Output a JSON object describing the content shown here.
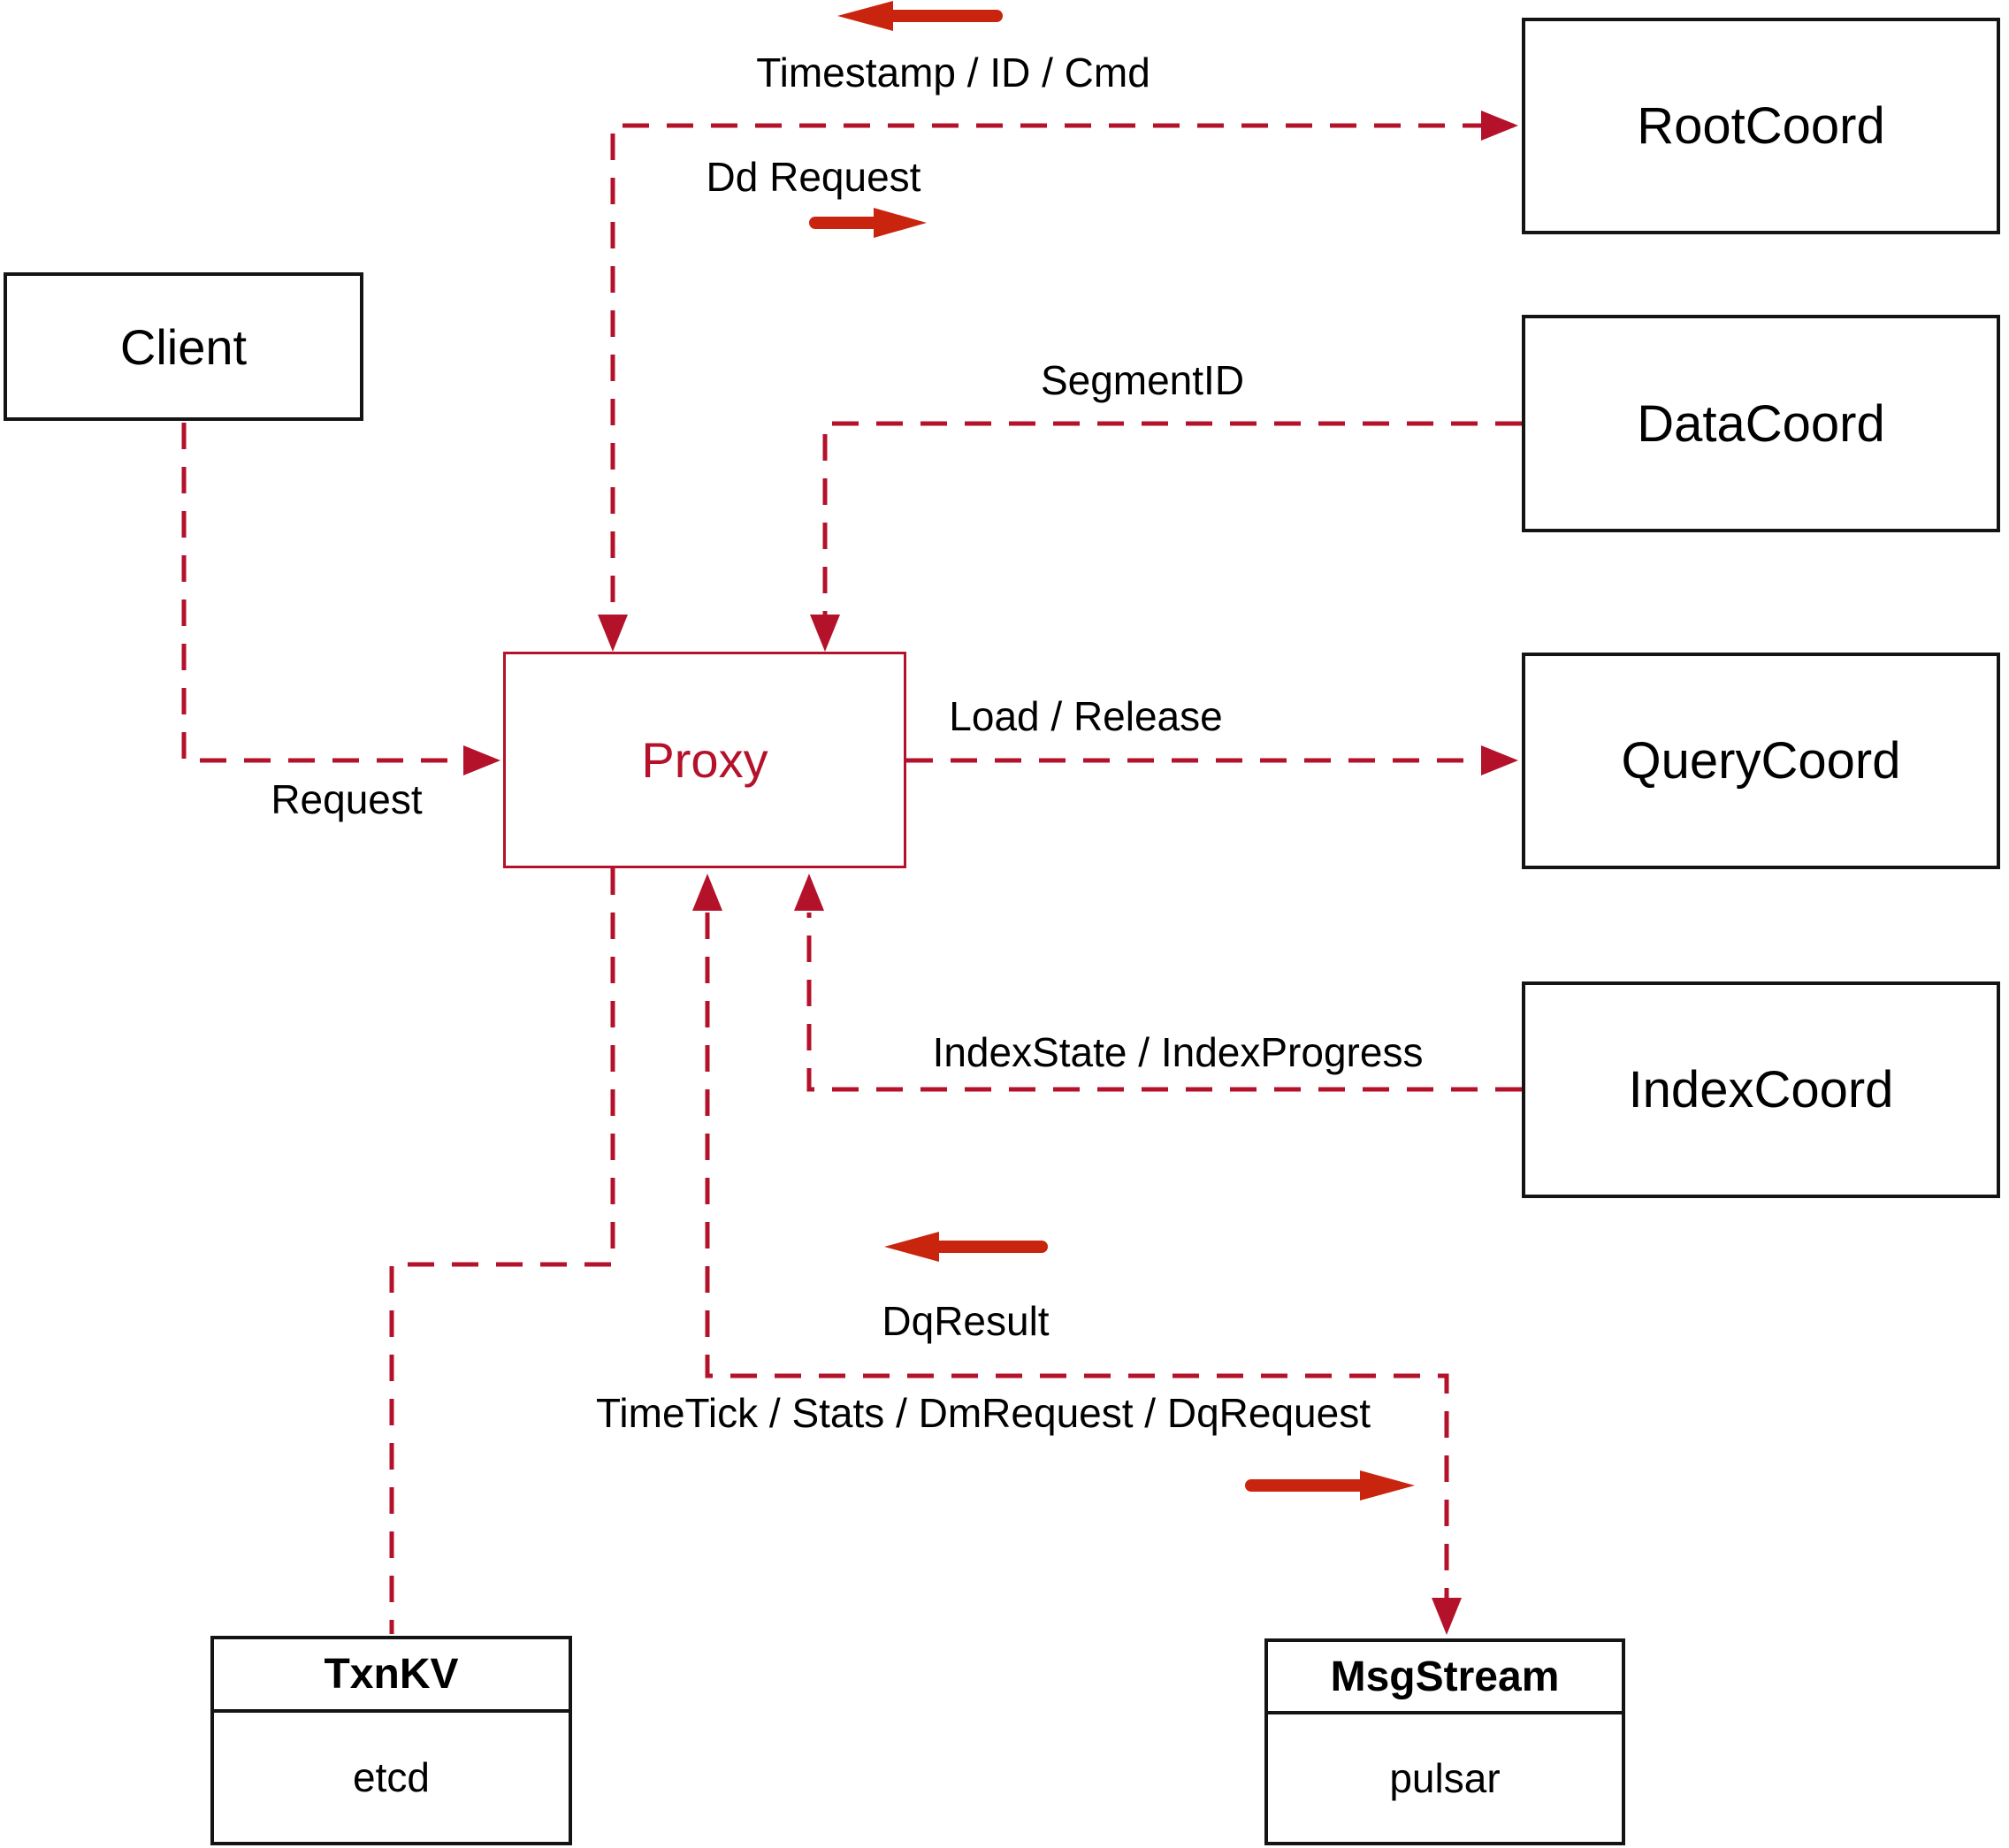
{
  "diagram": {
    "nodes": {
      "client": {
        "label": "Client"
      },
      "proxy": {
        "label": "Proxy"
      },
      "root_coord": {
        "label": "RootCoord"
      },
      "data_coord": {
        "label": "DataCoord"
      },
      "query_coord": {
        "label": "QueryCoord"
      },
      "index_coord": {
        "label": "IndexCoord"
      },
      "txn_kv": {
        "title": "TxnKV",
        "subtitle": "etcd"
      },
      "msg_stream": {
        "title": "MsgStream",
        "subtitle": "pulsar"
      }
    },
    "edge_labels": {
      "timestamp": "Timestamp / ID / Cmd",
      "dd_request": "Dd Request",
      "segment_id": "SegmentID",
      "request": "Request",
      "load_release": "Load / Release",
      "index_state": "IndexState / IndexProgress",
      "dq_result": "DqResult",
      "time_tick": "TimeTick / Stats / DmRequest / DqRequest"
    },
    "colors": {
      "dashed_line": "#b4122a",
      "solid_arrow": "#c9240e",
      "box_border": "#141414",
      "text": "#000000",
      "background": "#ffffff"
    }
  }
}
